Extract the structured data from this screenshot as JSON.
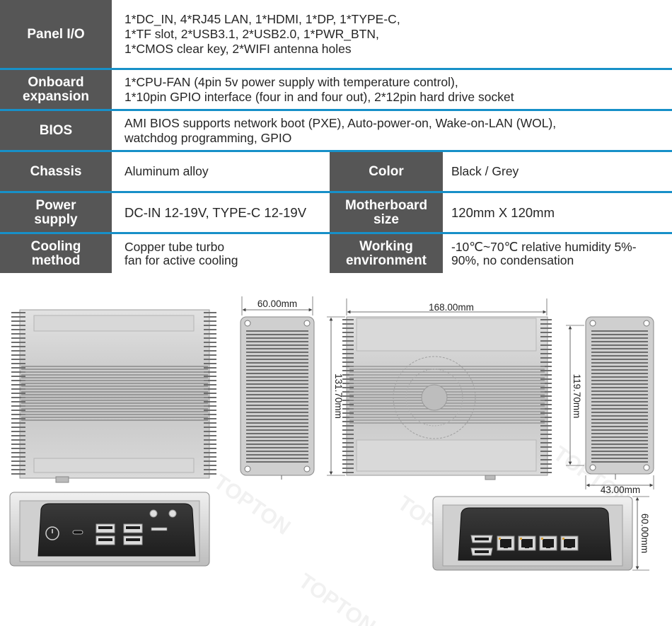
{
  "spec_rows": [
    {
      "label": "Panel I/O",
      "lines": [
        "1*DC_IN, 4*RJ45 LAN, 1*HDMI, 1*DP, 1*TYPE-C,",
        "1*TF slot, 2*USB3.1, 2*USB2.0, 1*PWR_BTN,",
        "1*CMOS clear key, 2*WIFI antenna holes"
      ]
    },
    {
      "label": "Onboard\nexpansion",
      "lines": [
        "1*CPU-FAN (4pin 5v power supply with temperature control),",
        "1*10pin GPIO interface (four in and four out), 2*12pin hard drive socket"
      ]
    },
    {
      "label": "BIOS",
      "lines": [
        "AMI BIOS supports network boot (PXE), Auto-power-on, Wake-on-LAN (WOL),",
        "watchdog programming, GPIO"
      ]
    }
  ],
  "spec_pairs": [
    {
      "label_a": "Chassis",
      "value_a": [
        "Aluminum alloy"
      ],
      "label_b": "Color",
      "value_b": [
        "Black / Grey"
      ]
    },
    {
      "label_a": "Power\nsupply",
      "value_a": [
        "DC-IN 12-19V, TYPE-C 12-19V"
      ],
      "label_b": "Motherboard\nsize",
      "value_b": [
        "120mm X 120mm"
      ]
    },
    {
      "label_a": "Cooling\nmethod",
      "value_a": [
        "Copper tube turbo",
        "fan for active cooling"
      ],
      "label_b": "Working\nenvironment",
      "value_b": [
        "-10℃~70℃ relative humidity 5%-",
        "90%, no condensation"
      ]
    }
  ],
  "dimensions": {
    "side_width": "60.00mm",
    "top_length": "168.00mm",
    "top_height": "131.70mm",
    "end_height": "119.70mm",
    "end_width": "43.00mm",
    "rear_height": "60.00mm"
  },
  "watermark": "TOPTON",
  "colors": {
    "label_bg": "#565656",
    "separator": "#1790c8",
    "body_fill": "#c8c8c8",
    "fin_dark": "#6d6d6d",
    "panel_dark": "#2e2e2e"
  }
}
